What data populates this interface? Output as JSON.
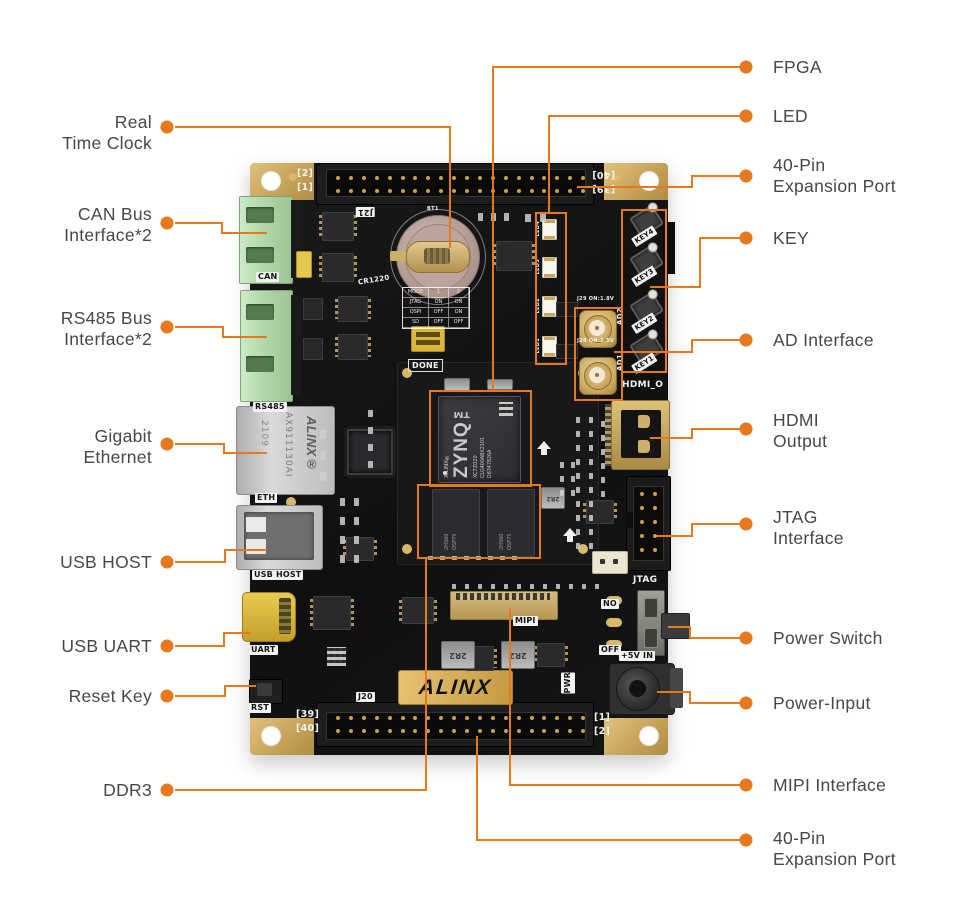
{
  "palette": {
    "accent": "#e6791e",
    "label_text": "#474747",
    "pcb": "#141414",
    "gold": "#d2ae63",
    "green_terminal": "#b2d7aa",
    "silver": "#c9c9c9"
  },
  "callouts": {
    "left": [
      {
        "line1": "Real",
        "line2": "Time Clock"
      },
      {
        "line1": "CAN Bus",
        "line2": "Interface*2"
      },
      {
        "line1": "RS485 Bus",
        "line2": "Interface*2"
      },
      {
        "line1": "Gigabit",
        "line2": "Ethernet"
      },
      {
        "line1": "USB HOST"
      },
      {
        "line1": "USB UART"
      },
      {
        "line1": "Reset Key"
      },
      {
        "line1": "DDR3"
      }
    ],
    "right": [
      {
        "line1": "FPGA"
      },
      {
        "line1": "LED"
      },
      {
        "line1": "40-Pin",
        "line2": "Expansion Port"
      },
      {
        "line1": "KEY"
      },
      {
        "line1": "AD Interface"
      },
      {
        "line1": "HDMI",
        "line2": "Output"
      },
      {
        "line1": "JTAG",
        "line2": "Interface"
      },
      {
        "line1": "Power Switch"
      },
      {
        "line1": "Power-Input"
      },
      {
        "line1": "MIPI Interface"
      },
      {
        "line1": "40-Pin",
        "line2": "Expansion Port"
      }
    ]
  },
  "board": {
    "silkscreen": {
      "j21": "J21",
      "j20": "J20",
      "top_left_pins": [
        "[2]",
        "[1]"
      ],
      "top_right_pins": [
        "[40]",
        "[39]"
      ],
      "bottom_left_pins": [
        "[39]",
        "[40]"
      ],
      "bottom_right_pins": [
        "[1]",
        "[2]"
      ],
      "can": "CAN",
      "rs485": "RS485",
      "eth": "ETH",
      "usb_host": "USB HOST",
      "uart": "UART",
      "rst": "RST",
      "hdmi": "HDMI_O",
      "jtag": "JTAG",
      "mipi": "MIPI",
      "done": "DONE",
      "switch_on": "NO",
      "switch_off": "OFF",
      "v5in": "+5V IN",
      "pwr": "PWR",
      "battery": "CR1220",
      "bt1": "BT1",
      "j29": "J29 ON:1.8V",
      "j28": "J28 ON:2.5V",
      "keys": [
        "KEY4",
        "KEY3",
        "KEY2",
        "KEY1"
      ],
      "leds": [
        "LED4",
        "LED3",
        "LED2",
        "LED1"
      ],
      "ad": [
        "AD2",
        "AD1"
      ]
    },
    "mode_table": {
      "cells": [
        "MODE",
        "1",
        "2",
        "JTAG",
        "ON",
        "ON",
        "QSPI",
        "OFF",
        "ON",
        "SD",
        "OFF",
        "OFF"
      ]
    },
    "fpga": {
      "brand": "XILINX®",
      "name": "ZYNQ™",
      "part": "XC7Z020",
      "sub1": "CLG400ABX2101",
      "sub2": "D8347826A"
    },
    "ddr": {
      "mark1": "2HS60",
      "mark2": "OSP75"
    },
    "eth": {
      "brand": "ALINX®",
      "part": "AX911130AI",
      "date": "2109"
    },
    "inductor": "2R2",
    "logo": "ALINX"
  }
}
